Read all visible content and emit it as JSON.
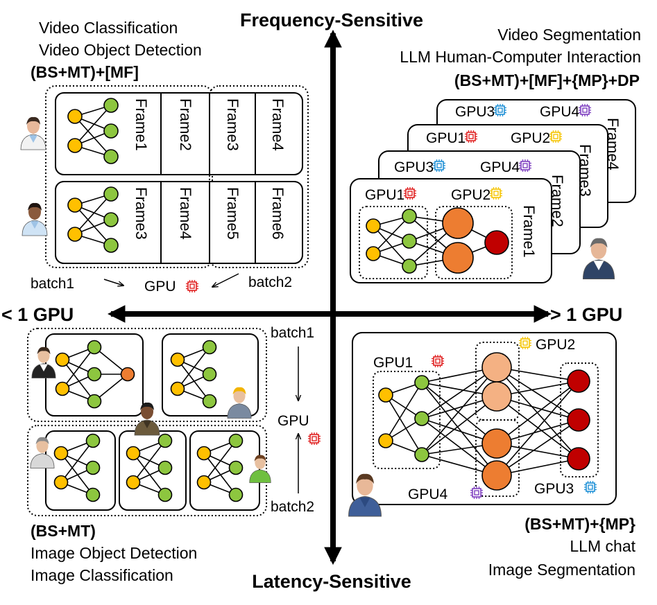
{
  "axes": {
    "top": "Frequency-Sensitive",
    "bottom": "Latency-Sensitive",
    "left": "< 1 GPU",
    "right": "> 1 GPU"
  },
  "top_left": {
    "app1": "Video Classification",
    "app2": "Video Object Detection",
    "scheme": "(BS+MT)+[MF]",
    "frames": [
      "Frame1",
      "Frame2",
      "Frame3",
      "Frame4",
      "Frame3",
      "Frame4",
      "Frame5",
      "Frame6"
    ],
    "batch1": "batch1",
    "batch2": "batch2",
    "gpu": "GPU"
  },
  "top_right": {
    "app1": "Video Segmentation",
    "app2": "LLM Human-Computer Interaction",
    "scheme": "(BS+MT)+[MF]+{MP}+DP",
    "gpus": [
      "GPU3",
      "GPU4",
      "GPU1",
      "GPU2",
      "GPU3",
      "GPU4",
      "GPU1",
      "GPU2"
    ],
    "frames": [
      "Frame4",
      "Frame3",
      "Frame2",
      "Frame1"
    ]
  },
  "bottom_left": {
    "batch1": "batch1",
    "batch2": "batch2",
    "gpu": "GPU",
    "scheme": "(BS+MT)",
    "app1": "Image Object Detection",
    "app2": "Image Classification"
  },
  "bottom_right": {
    "gpus": [
      "GPU1",
      "GPU2",
      "GPU4",
      "GPU3"
    ],
    "scheme": "(BS+MT)+{MP}",
    "app1": "LLM chat",
    "app2": "Image Segmentation"
  },
  "colors": {
    "yellow": "#FFC000",
    "green": "#8DC63F",
    "orange": "#ED7D31",
    "light_orange": "#F4B183",
    "red": "#C00000",
    "chip_red": "#E02020",
    "chip_blue": "#1E90D6",
    "chip_yellow": "#F5C400",
    "chip_purple": "#7E3FC0"
  }
}
